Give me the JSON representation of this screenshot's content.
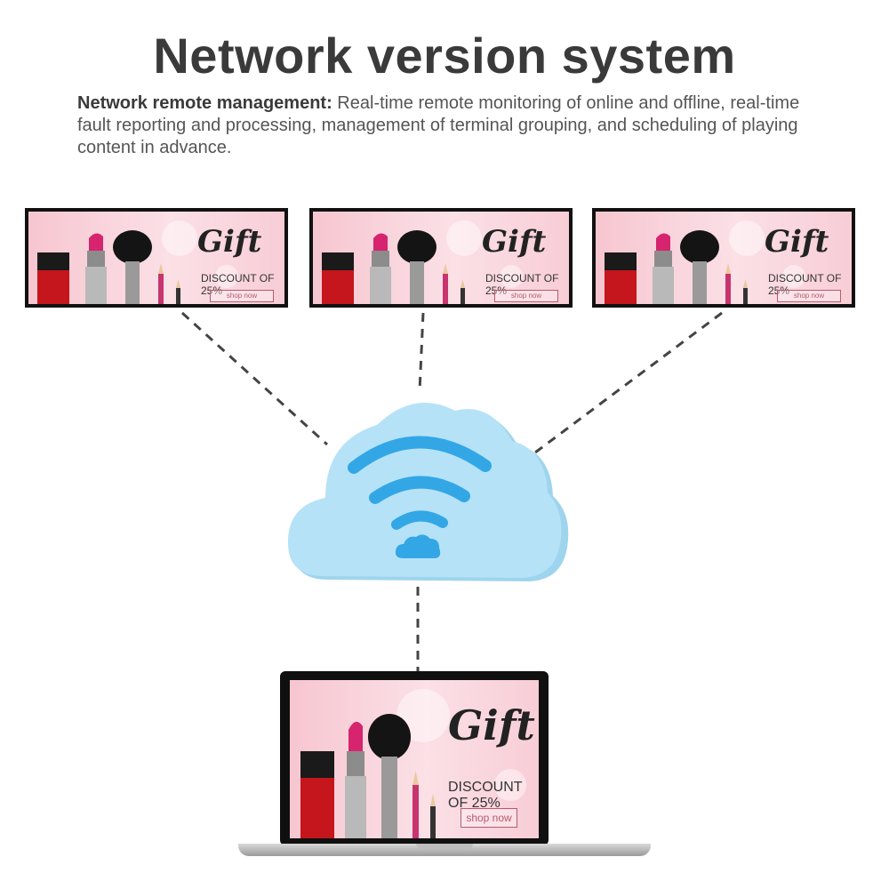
{
  "header": {
    "title": "Network version system",
    "desc_bold": "Network remote management:",
    "desc_text": " Real-time remote monitoring of online and offline, real-time fault reporting and processing, management of terminal grouping, and scheduling of playing content in advance."
  },
  "ad": {
    "gift": "Gift",
    "discount": "DISCOUNT OF 25%",
    "button": "shop now"
  },
  "colors": {
    "cloud": "#a9dcf3",
    "wifi": "#33a7e6",
    "wire": "#444444",
    "ad_bg": "#f7c6d0"
  },
  "icons": {
    "cloud": "cloud-icon",
    "wifi": "wifi-icon"
  }
}
